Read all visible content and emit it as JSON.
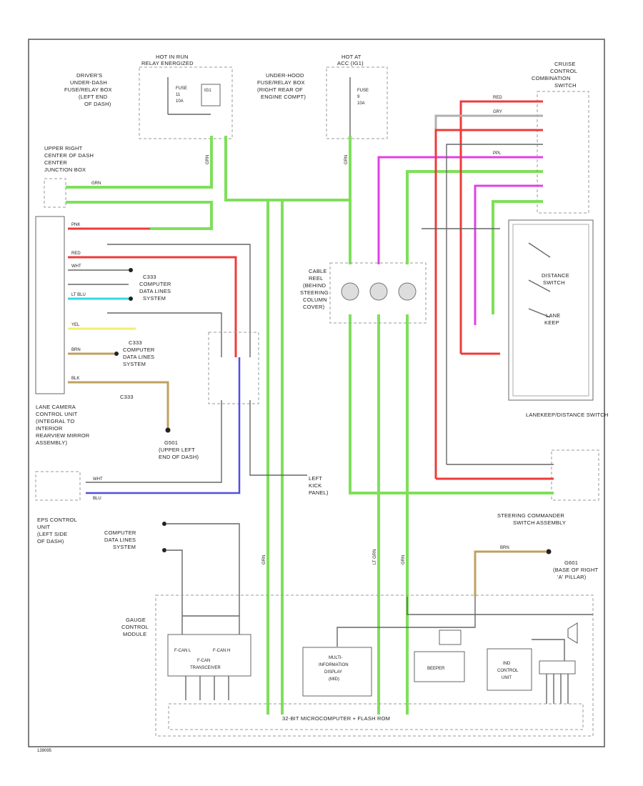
{
  "labels": {
    "hot_in_run_top": "HOT IN RUN",
    "hot_in_run_sub": "RELAY ENERGIZED",
    "drivers_box": [
      "DRIVER'S",
      "UNDER-DASH",
      "FUSE/RELAY BOX",
      "(LEFT END",
      "OF DASH)"
    ],
    "fuse_left": [
      "FUSE",
      "11",
      "10A"
    ],
    "ig_relay": "IG1",
    "hot_acc_top": "HOT AT",
    "hot_acc_sub": "ACC (IG1)",
    "underhood_box": [
      "UNDER-HOOD",
      "FUSE/RELAY BOX",
      "(RIGHT REAR OF",
      "ENGINE COMPT)"
    ],
    "fuse_mid": [
      "FUSE",
      "9",
      "10A"
    ],
    "center_jb": [
      "UPPER RIGHT",
      "CENTER OF DASH",
      "CENTER",
      "JUNCTION BOX"
    ],
    "camera_unit": [
      "LANE CAMERA",
      "CONTROL UNIT",
      "(INTEGRAL TO",
      "INTERIOR",
      "REARVIEW MIRROR",
      "ASSEMBLY)"
    ],
    "comp_data_1": [
      "C333",
      "COMPUTER",
      "DATA LINES",
      "SYSTEM"
    ],
    "comp_data_2": [
      "C333",
      "COMPUTER",
      "DATA LINES",
      "SYSTEM"
    ],
    "c333": "C333",
    "ground_upper_left": [
      "G501",
      "(UPPER LEFT",
      "END OF DASH)"
    ],
    "eps_unit": [
      "EPS CONTROL",
      "UNIT",
      "(LEFT SIDE",
      "OF DASH)"
    ],
    "left_kick_panel": [
      "LEFT",
      "KICK",
      "PANEL)"
    ],
    "cable_reel": [
      "CABLE",
      "REEL",
      "(BEHIND",
      "STEERING",
      "COLUMN",
      "COVER)"
    ],
    "cruise_switch": [
      "CRUISE",
      "CONTROL",
      "COMBINATION",
      "SWITCH"
    ],
    "distance_switch": [
      "DISTANCE",
      "SWITCH"
    ],
    "lane_switch": [
      "LANE",
      "KEEP"
    ],
    "lanekeep_switch": "LANEKEEP/DISTANCE SWITCH",
    "steering_commander": [
      "STEERING COMMANDER",
      "SWITCH ASSEMBLY"
    ],
    "comp_data_3": [
      "COMPUTER",
      "DATA LINES",
      "SYSTEM"
    ],
    "ground_right": [
      "G601",
      "(BASE OF RIGHT",
      "'A' PILLAR)"
    ],
    "gauge_module": [
      "GAUGE",
      "CONTROL",
      "MODULE"
    ],
    "fcan": [
      "F-CAN L",
      "F-CAN H",
      "F-CAN",
      "TRANSCEIVER"
    ],
    "multi_info": [
      "MULTI-",
      "INFORMATION",
      "DISPLAY",
      "(MID)"
    ],
    "beeper": [
      "BEEPER"
    ],
    "ind_control": [
      "IND",
      "CONTROL",
      "UNIT"
    ],
    "microcomputer": "32-BIT MICROCOMPUTER + FLASH ROM",
    "doc_code": "139095",
    "wire_labels": {
      "grn": "GRN",
      "red": "RED",
      "wht": "WHT",
      "blu": "BLU",
      "yel": "YEL",
      "brn": "BRN",
      "lt_blu": "LT BLU",
      "gry": "GRY",
      "ppl": "PPL",
      "pnk": "PNK",
      "blk": "BLK",
      "lt_grn": "LT GRN"
    }
  }
}
